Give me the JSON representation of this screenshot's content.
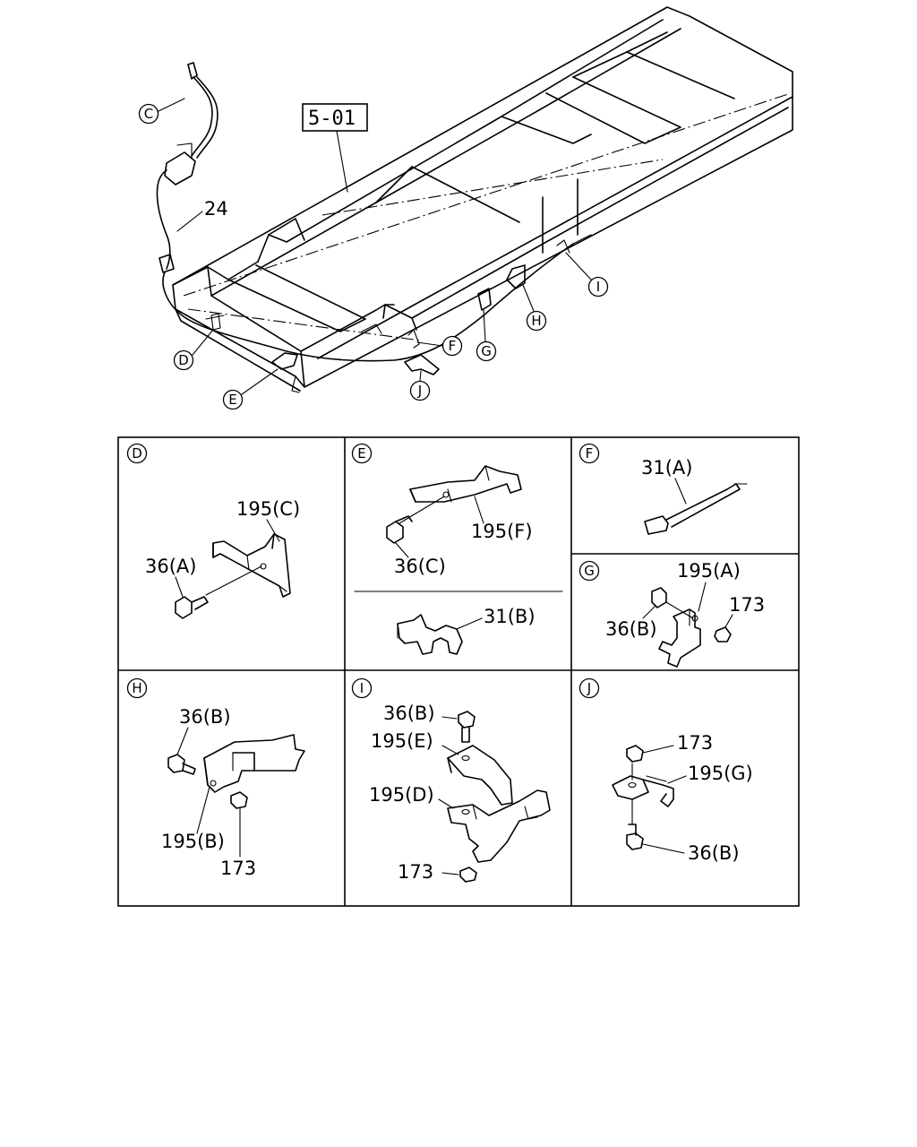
{
  "main_view": {
    "ref_box": "5-01",
    "part_24": "24",
    "callouts": {
      "C": "C",
      "D": "D",
      "E": "E",
      "F": "F",
      "G": "G",
      "H": "H",
      "I": "I",
      "J": "J"
    }
  },
  "details": {
    "D": {
      "id": "D",
      "labels": [
        "195(C)",
        "36(A)"
      ]
    },
    "E": {
      "id": "E",
      "labels": [
        "195(F)",
        "36(C)",
        "31(B)"
      ]
    },
    "F": {
      "id": "F",
      "labels": [
        "31(A)"
      ]
    },
    "G": {
      "id": "G",
      "labels": [
        "195(A)",
        "173",
        "36(B)"
      ]
    },
    "H": {
      "id": "H",
      "labels": [
        "36(B)",
        "195(B)",
        "173"
      ]
    },
    "I": {
      "id": "I",
      "labels": [
        "36(B)",
        "195(E)",
        "195(D)",
        "173"
      ]
    },
    "J": {
      "id": "J",
      "labels": [
        "173",
        "195(G)",
        "36(B)"
      ]
    }
  }
}
